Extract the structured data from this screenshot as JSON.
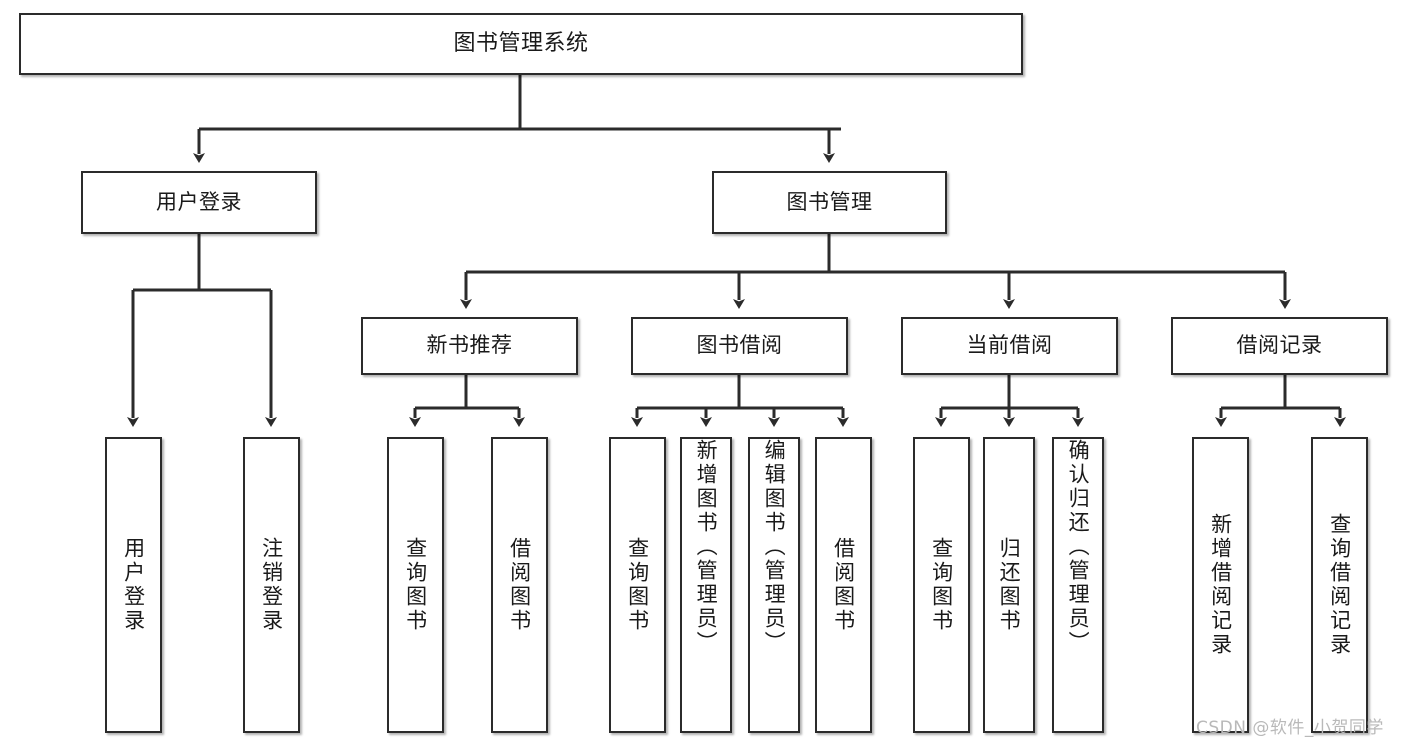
{
  "diagram": {
    "type": "tree-hierarchy",
    "title": "图书管理系统",
    "orientation": "top-down",
    "watermark": "CSDN @软件_小贺同学",
    "colors": {
      "box_border": "#2b2b2b",
      "box_fill": "#ffffff",
      "edge": "#2b2b2b",
      "text": "#1a1a1a",
      "watermark": "#b9b9b9"
    },
    "levels": [
      {
        "level": 1,
        "nodes": [
          {
            "id": "root",
            "label": "图书管理系统"
          }
        ]
      },
      {
        "level": 2,
        "nodes": [
          {
            "id": "login",
            "label": "用户登录"
          },
          {
            "id": "bookmgmt",
            "label": "图书管理"
          }
        ]
      },
      {
        "level": 3,
        "nodes": [
          {
            "id": "newbook",
            "label": "新书推荐"
          },
          {
            "id": "borrow",
            "label": "图书借阅"
          },
          {
            "id": "current",
            "label": "当前借阅"
          },
          {
            "id": "record",
            "label": "借阅记录"
          }
        ]
      },
      {
        "level": 4,
        "nodes": [
          {
            "id": "leaf1",
            "label": "用户登录"
          },
          {
            "id": "leaf2",
            "label": "注销登录"
          },
          {
            "id": "leaf3",
            "label": "查询图书"
          },
          {
            "id": "leaf4",
            "label": "借阅图书"
          },
          {
            "id": "leaf5",
            "label": "查询图书"
          },
          {
            "id": "leaf6",
            "label": "新增图书（管理员）"
          },
          {
            "id": "leaf7",
            "label": "编辑图书（管理员）"
          },
          {
            "id": "leaf8",
            "label": "借阅图书"
          },
          {
            "id": "leaf9",
            "label": "查询图书"
          },
          {
            "id": "leaf10",
            "label": "归还图书"
          },
          {
            "id": "leaf11",
            "label": "确认归还（管理员）"
          },
          {
            "id": "leaf12",
            "label": "新增借阅记录"
          },
          {
            "id": "leaf13",
            "label": "查询借阅记录"
          }
        ]
      }
    ],
    "edges": [
      {
        "from": "root",
        "to": "login"
      },
      {
        "from": "root",
        "to": "bookmgmt"
      },
      {
        "from": "login",
        "to": "leaf1"
      },
      {
        "from": "login",
        "to": "leaf2"
      },
      {
        "from": "bookmgmt",
        "to": "newbook"
      },
      {
        "from": "bookmgmt",
        "to": "borrow"
      },
      {
        "from": "bookmgmt",
        "to": "current"
      },
      {
        "from": "bookmgmt",
        "to": "record"
      },
      {
        "from": "newbook",
        "to": "leaf3"
      },
      {
        "from": "newbook",
        "to": "leaf4"
      },
      {
        "from": "borrow",
        "to": "leaf5"
      },
      {
        "from": "borrow",
        "to": "leaf6"
      },
      {
        "from": "borrow",
        "to": "leaf7"
      },
      {
        "from": "borrow",
        "to": "leaf8"
      },
      {
        "from": "current",
        "to": "leaf9"
      },
      {
        "from": "current",
        "to": "leaf10"
      },
      {
        "from": "current",
        "to": "leaf11"
      },
      {
        "from": "record",
        "to": "leaf12"
      },
      {
        "from": "record",
        "to": "leaf13"
      }
    ]
  }
}
